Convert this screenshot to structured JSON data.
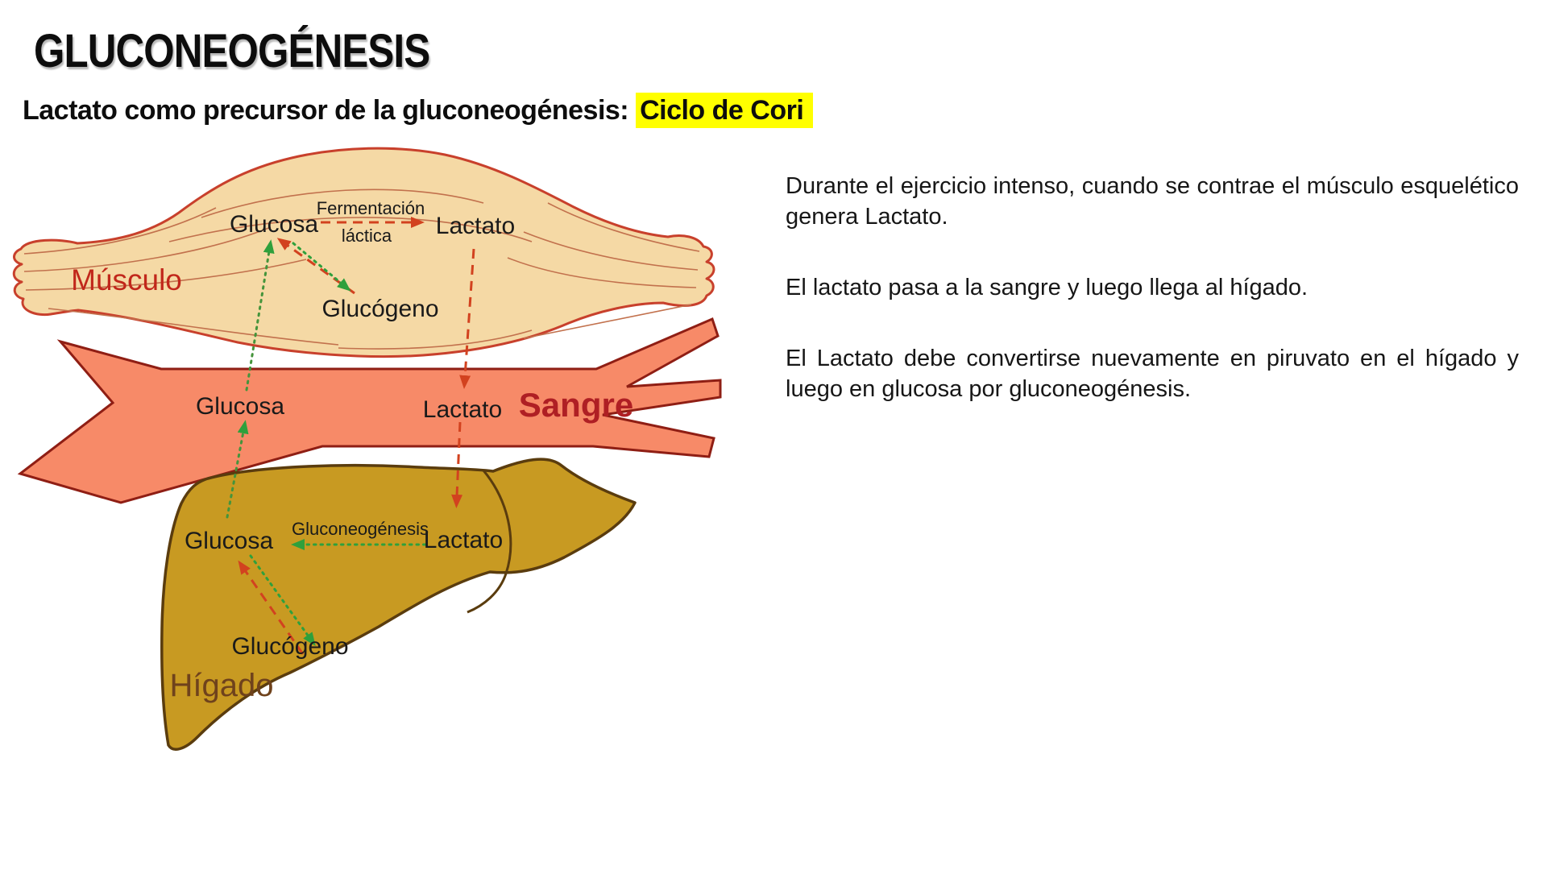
{
  "slide": {
    "title": "GLUCONEOGÉNESIS",
    "subtitle_prefix": "Lactato como precursor de la gluconeogénesis: ",
    "subtitle_highlight": "Ciclo de Cori",
    "paragraphs": [
      "Durante el ejercicio intenso, cuando se contrae el músculo esquelético genera Lactato.",
      "El lactato pasa a la sangre y luego llega al hígado.",
      "El Lactato debe convertirse nuevamente en piruvato en el hígado y luego en glucosa por gluconeogénesis."
    ]
  },
  "diagram": {
    "muscle": {
      "organ_label": "Músculo",
      "glucosa": "Glucosa",
      "lactato": "Lactato",
      "glucogeno": "Glucógeno",
      "fermentacion_line1": "Fermentación",
      "fermentacion_line2": "láctica"
    },
    "blood": {
      "organ_label": "Sangre",
      "glucosa": "Glucosa",
      "lactato": "Lactato"
    },
    "liver": {
      "organ_label": "Hígado",
      "glucosa": "Glucosa",
      "lactato": "Lactato",
      "glucogeno": "Glucógeno",
      "gluconeogenesis": "Gluconeogénesis"
    },
    "colors": {
      "muscle_fill": "#F5D9A5",
      "muscle_stroke": "#C8402C",
      "muscle_label": "#C1271B",
      "vessel_fill": "#F78A68",
      "vessel_stroke": "#8F1E14",
      "blood_label": "#AF1F24",
      "liver_fill": "#C89A22",
      "liver_stroke": "#5A3C0E",
      "liver_label": "#6F421C",
      "arrow_red": "#D2421F",
      "arrow_green": "#2FA03C",
      "highlight": "#FFFF00"
    }
  }
}
